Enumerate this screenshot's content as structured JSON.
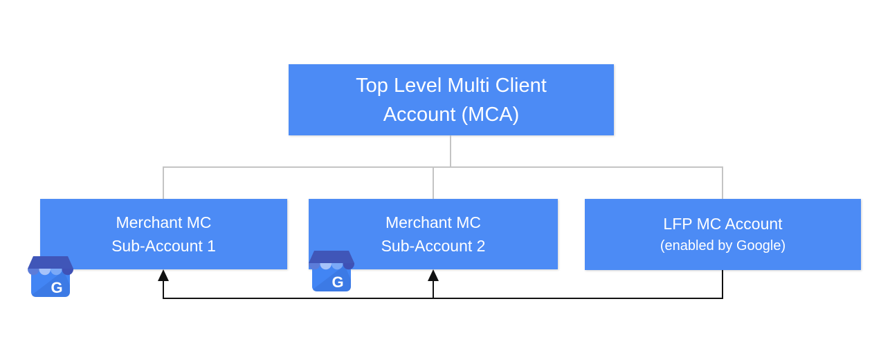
{
  "colors": {
    "node-fill": "#4C8BF5",
    "node-text": "#FFFFFF",
    "hierarchy-line": "#C4C4C4",
    "flow-line": "#111111",
    "icon-body": "#4285F4",
    "icon-body-shade": "#1B3A8C",
    "icon-awning-band": "#4056B8",
    "icon-scallop-1": "#5C7CD9",
    "icon-scallop-2": "#A6C3FA",
    "icon-scallop-3": "#7BA9F7",
    "icon-scallop-4": "#3F51B5",
    "icon-letter": "#FFFFFF"
  },
  "nodes": {
    "mca": {
      "line1": "Top Level Multi Client",
      "line2": "Account (MCA)"
    },
    "sub1": {
      "line1": "Merchant MC",
      "line2": "Sub-Account 1"
    },
    "sub2": {
      "line1": "Merchant MC",
      "line2": "Sub-Account 2"
    },
    "lfp": {
      "line1": "LFP MC Account",
      "line2": "(enabled by Google)"
    }
  },
  "icons": {
    "business_profile_name": "google-business-storefront-icon",
    "letter": "G"
  },
  "edges": {
    "hierarchy": [
      {
        "from": "mca",
        "to": "sub1"
      },
      {
        "from": "mca",
        "to": "sub2"
      },
      {
        "from": "mca",
        "to": "lfp"
      }
    ],
    "flows": [
      {
        "from": "lfp",
        "to": "sub1",
        "arrow": true
      },
      {
        "from": "lfp",
        "to": "sub2",
        "arrow": true
      }
    ]
  }
}
